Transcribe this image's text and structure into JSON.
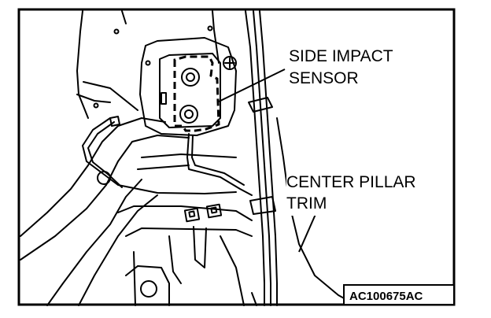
{
  "labels": {
    "sensor_line1": "SIDE IMPACT",
    "sensor_line2": "SENSOR",
    "trim_line1": "CENTER PILLAR",
    "trim_line2": "TRIM"
  },
  "figure_code": "AC100675AC",
  "colors": {
    "line": "#000000",
    "background": "#ffffff"
  }
}
